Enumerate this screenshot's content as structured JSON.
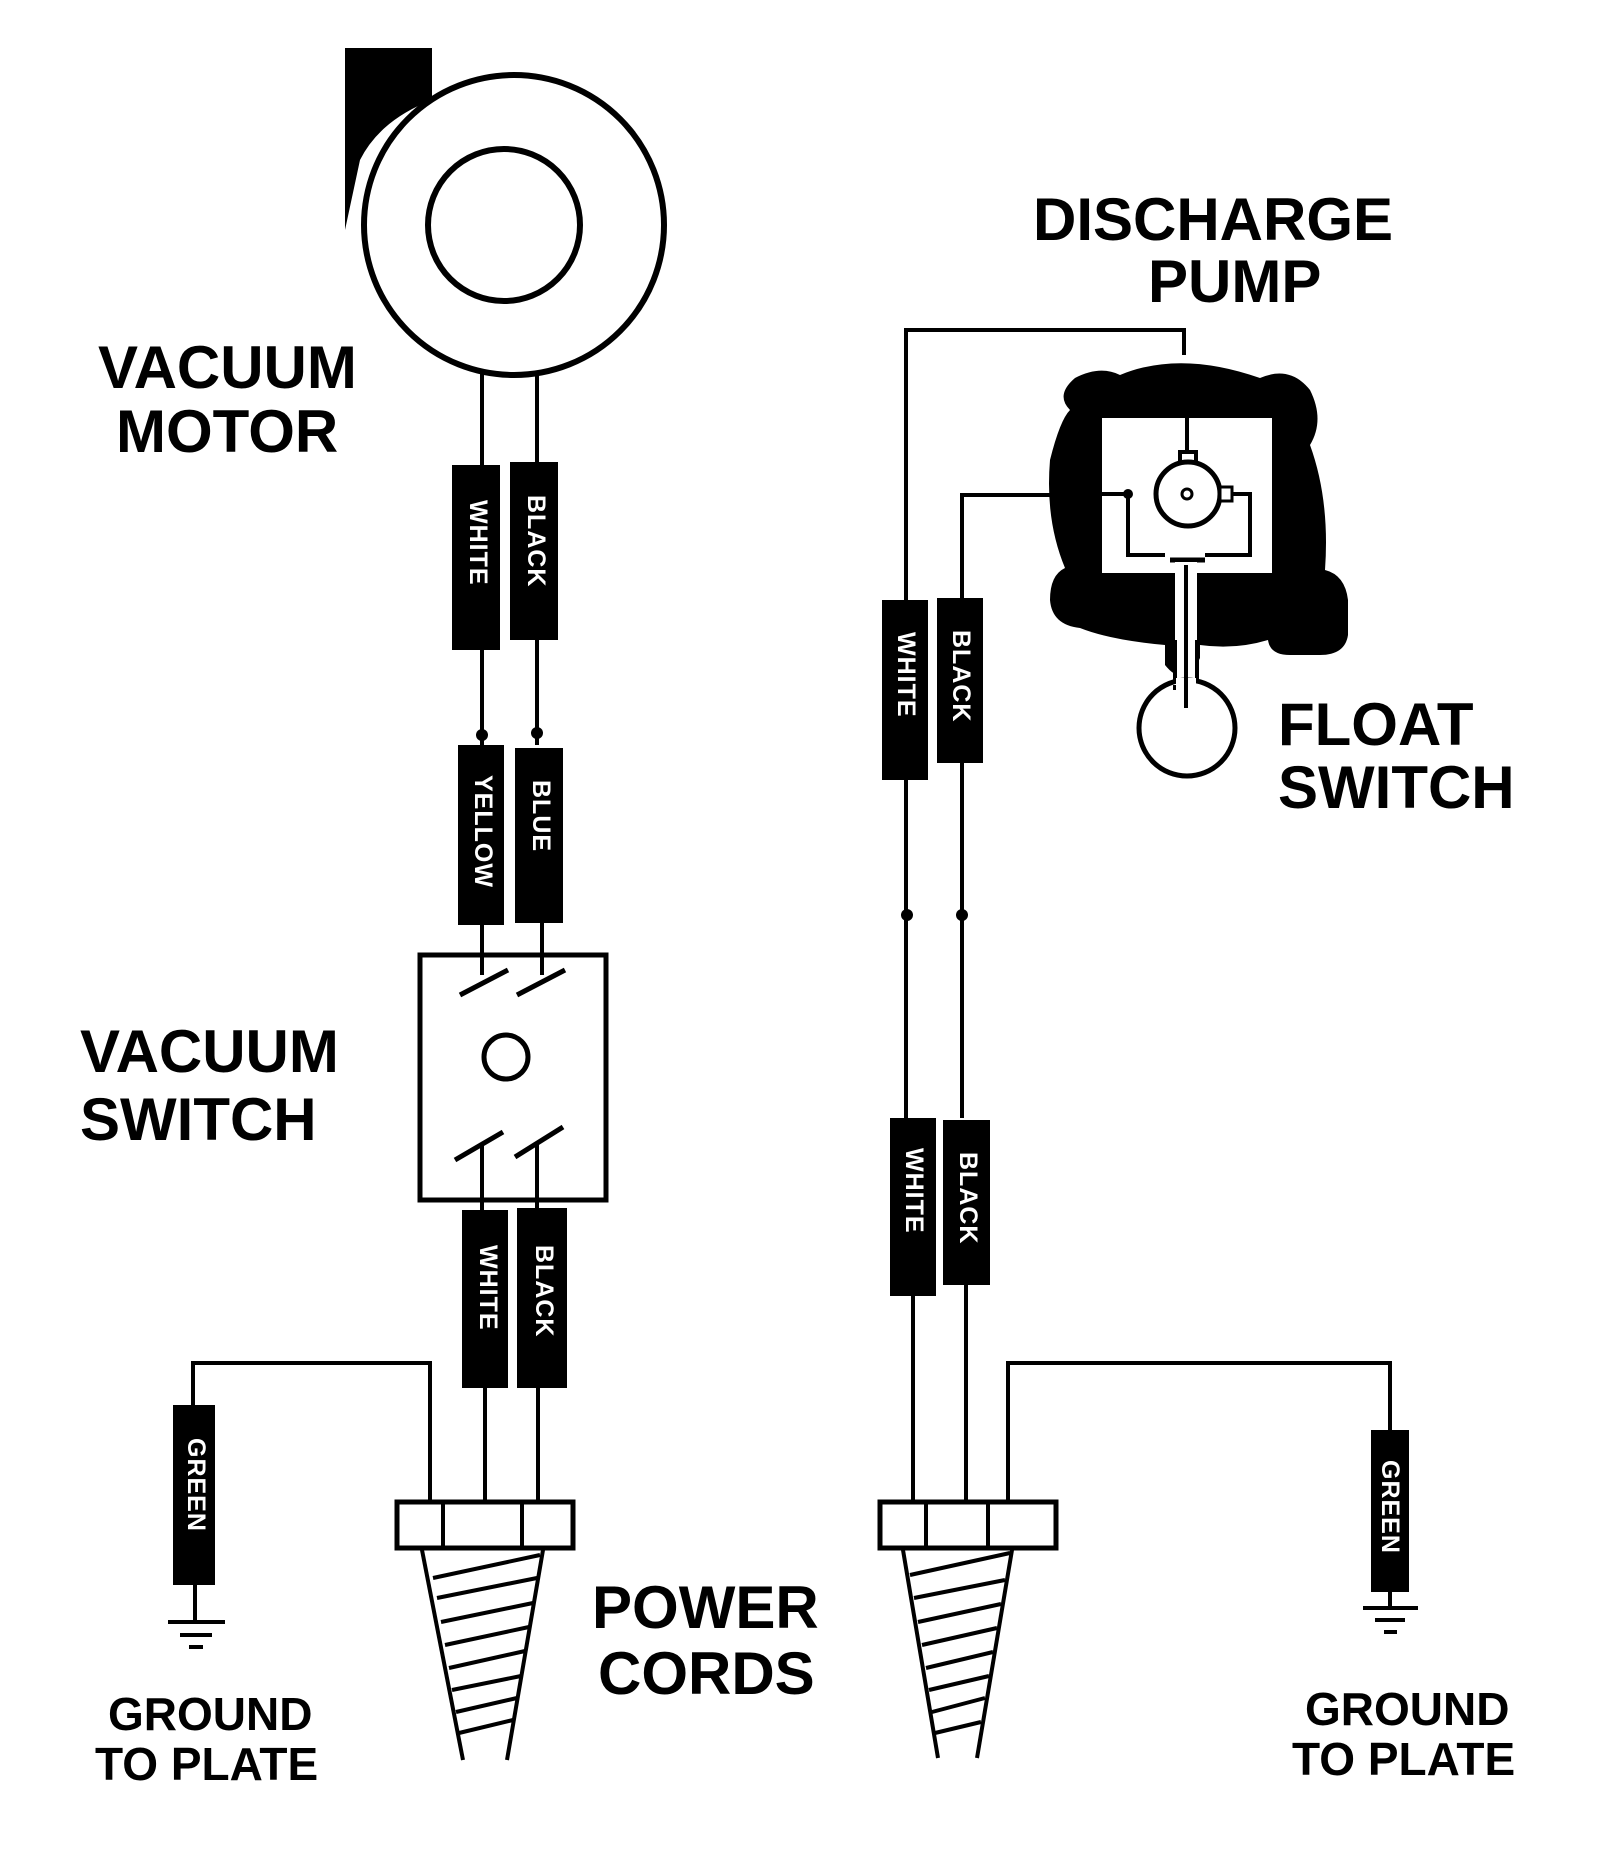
{
  "title": "Vacuum motor and discharge pump wiring diagram",
  "colors": {
    "ink": "#000000",
    "paper": "#ffffff"
  },
  "labels": {
    "vacuum_motor": [
      "VACUUM",
      "MOTOR"
    ],
    "vacuum_switch": [
      "VACUUM",
      "SWITCH"
    ],
    "discharge_pump": [
      "DISCHARGE",
      "PUMP"
    ],
    "float_switch": [
      "FLOAT",
      "SWITCH"
    ],
    "power_cords": [
      "POWER",
      "CORDS"
    ],
    "ground_left": [
      "GROUND",
      "TO PLATE"
    ],
    "ground_right": [
      "GROUND",
      "TO PLATE"
    ]
  },
  "wire_tags": {
    "motor_white": "WHITE",
    "motor_black": "BLACK",
    "switch_yellow": "YELLOW",
    "switch_blue": "BLUE",
    "switch_out_white": "WHITE",
    "switch_out_black": "BLACK",
    "left_green": "GREEN",
    "pump_white": "WHITE",
    "pump_black": "BLACK",
    "pump_lower_white": "WHITE",
    "pump_lower_black": "BLACK",
    "right_green": "GREEN"
  }
}
